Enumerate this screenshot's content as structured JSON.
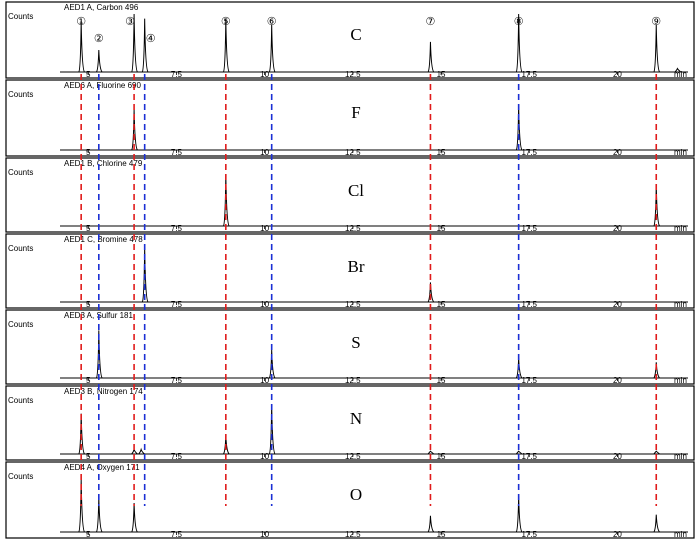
{
  "chart_data": {
    "type": "line",
    "x_unit_label": "min",
    "y_label": "Counts",
    "xlim": [
      4.2,
      22.0
    ],
    "x_ticks": [
      {
        "value": 5,
        "label": "5"
      },
      {
        "value": 7.5,
        "label": "7.5"
      },
      {
        "value": 10,
        "label": "10"
      },
      {
        "value": 12.5,
        "label": "12.5"
      },
      {
        "value": 15,
        "label": "15"
      },
      {
        "value": 17.5,
        "label": "17.5"
      },
      {
        "value": 20,
        "label": "20"
      }
    ],
    "peak_labels": [
      {
        "label": "①",
        "x": 4.8
      },
      {
        "label": "②",
        "x": 5.3
      },
      {
        "label": "③",
        "x": 6.3
      },
      {
        "label": "④",
        "x": 6.6
      },
      {
        "label": "⑤",
        "x": 8.9
      },
      {
        "label": "⑥",
        "x": 10.2
      },
      {
        "label": "⑦",
        "x": 14.7
      },
      {
        "label": "⑧",
        "x": 17.2
      },
      {
        "label": "⑨",
        "x": 21.1
      }
    ],
    "guide_lines": [
      {
        "x": 4.8,
        "color": "#e01b1b"
      },
      {
        "x": 5.3,
        "color": "#1b2fd4"
      },
      {
        "x": 6.3,
        "color": "#e01b1b"
      },
      {
        "x": 6.6,
        "color": "#1b2fd4"
      },
      {
        "x": 8.9,
        "color": "#e01b1b"
      },
      {
        "x": 10.2,
        "color": "#1b2fd4"
      },
      {
        "x": 14.7,
        "color": "#e01b1b"
      },
      {
        "x": 17.2,
        "color": "#1b2fd4"
      },
      {
        "x": 21.1,
        "color": "#e01b1b"
      }
    ],
    "panels": [
      {
        "header": "AED1 A, Carbon 496",
        "element": "C",
        "peaks": [
          {
            "x": 4.8,
            "h": 0.88
          },
          {
            "x": 5.3,
            "h": 0.38
          },
          {
            "x": 6.3,
            "h": 1.0
          },
          {
            "x": 6.6,
            "h": 0.92
          },
          {
            "x": 8.9,
            "h": 0.92
          },
          {
            "x": 10.2,
            "h": 0.82
          },
          {
            "x": 14.7,
            "h": 0.52
          },
          {
            "x": 17.2,
            "h": 1.0
          },
          {
            "x": 21.1,
            "h": 0.82
          },
          {
            "x": 21.7,
            "h": 0.06
          }
        ]
      },
      {
        "header": "AED6 A, Fluorine 690",
        "element": "F",
        "peaks": [
          {
            "x": 6.3,
            "h": 0.7
          },
          {
            "x": 17.2,
            "h": 0.78
          }
        ]
      },
      {
        "header": "AED1 B, Chlorine 479",
        "element": "Cl",
        "peaks": [
          {
            "x": 8.9,
            "h": 0.92
          },
          {
            "x": 21.1,
            "h": 0.74
          }
        ]
      },
      {
        "header": "AED1 C, Bromine 478",
        "element": "Br",
        "peaks": [
          {
            "x": 6.6,
            "h": 0.98
          },
          {
            "x": 14.7,
            "h": 0.35
          }
        ]
      },
      {
        "header": "AED3 A, Sulfur 181",
        "element": "S",
        "peaks": [
          {
            "x": 5.3,
            "h": 0.85
          },
          {
            "x": 10.2,
            "h": 0.5
          },
          {
            "x": 17.2,
            "h": 0.36
          },
          {
            "x": 21.1,
            "h": 0.28
          }
        ]
      },
      {
        "header": "AED3 B, Nitrogen 174",
        "element": "N",
        "peaks": [
          {
            "x": 4.8,
            "h": 0.72
          },
          {
            "x": 6.3,
            "h": 0.08
          },
          {
            "x": 6.5,
            "h": 0.08
          },
          {
            "x": 8.9,
            "h": 0.32
          },
          {
            "x": 10.2,
            "h": 0.88
          },
          {
            "x": 14.7,
            "h": 0.05
          },
          {
            "x": 17.2,
            "h": 0.05
          },
          {
            "x": 21.1,
            "h": 0.05
          }
        ]
      },
      {
        "header": "AED4 A, Oxygen 171",
        "element": "O",
        "peaks": [
          {
            "x": 4.8,
            "h": 0.9
          },
          {
            "x": 5.3,
            "h": 0.6
          },
          {
            "x": 6.3,
            "h": 0.5
          },
          {
            "x": 14.7,
            "h": 0.28
          },
          {
            "x": 17.2,
            "h": 0.62
          },
          {
            "x": 21.1,
            "h": 0.3
          }
        ]
      }
    ]
  }
}
